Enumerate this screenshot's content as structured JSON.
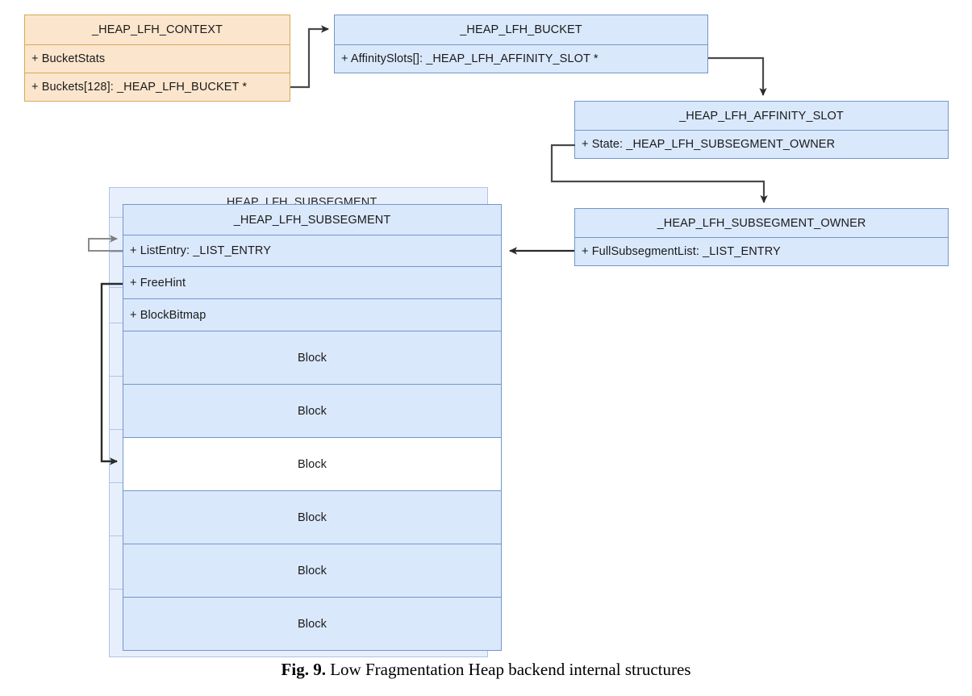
{
  "figure": {
    "caption_label": "Fig. 9.",
    "caption_text": "Low Fragmentation Heap backend internal structures"
  },
  "colors": {
    "blue_fill": "#dae8fc",
    "blue_stroke": "#7396c8",
    "orange_fill": "#fce5cd",
    "orange_stroke": "#d6a95a",
    "ghost_fill": "#e7effc",
    "ghost_stroke": "#a9c2e6",
    "free_block_fill": "#ffffff",
    "edge_dark": "#3d3d3d",
    "edge_gray": "#808080",
    "text": "#1a1a1a"
  },
  "diagram": {
    "type": "class-structure-diagram",
    "nodes": {
      "context": {
        "title": "_HEAP_LFH_CONTEXT",
        "fields": [
          "+ BucketStats",
          "+ Buckets[128]:  _HEAP_LFH_BUCKET *"
        ]
      },
      "bucket": {
        "title": "_HEAP_LFH_BUCKET",
        "fields": [
          "+ AffinitySlots[]:  _HEAP_LFH_AFFINITY_SLOT *"
        ]
      },
      "affinity_slot": {
        "title": "_HEAP_LFH_AFFINITY_SLOT",
        "fields": [
          "+ State:  _HEAP_LFH_SUBSEGMENT_OWNER"
        ]
      },
      "subsegment_owner": {
        "title": "_HEAP_LFH_SUBSEGMENT_OWNER",
        "fields": [
          "+ FullSubsegmentList:  _LIST_ENTRY"
        ]
      },
      "subsegment_ghost": {
        "title": "_HEAP_LFH_SUBSEGMENT"
      },
      "subsegment": {
        "title": "_HEAP_LFH_SUBSEGMENT",
        "fields": [
          "+ ListEntry:  _LIST_ENTRY",
          "+ FreeHint",
          "+ BlockBitmap"
        ],
        "blocks": [
          {
            "label": "Block",
            "free": false
          },
          {
            "label": "Block",
            "free": false
          },
          {
            "label": "Block",
            "free": true
          },
          {
            "label": "Block",
            "free": false
          },
          {
            "label": "Block",
            "free": false
          },
          {
            "label": "Block",
            "free": false
          }
        ]
      }
    },
    "edges": [
      {
        "name": "context-buckets-to-bucket",
        "from": "context.Buckets[128]",
        "to": "bucket",
        "style": "dark-orthogonal-arrow"
      },
      {
        "name": "bucket-affinityslots-to-slot",
        "from": "bucket.AffinitySlots[]",
        "to": "affinity_slot",
        "style": "dark-orthogonal-arrow"
      },
      {
        "name": "slot-state-to-owner",
        "from": "affinity_slot.State",
        "to": "subsegment_owner",
        "style": "dark-orthogonal-arrow"
      },
      {
        "name": "owner-list-to-subsegment",
        "from": "subsegment_owner.FullSubsegmentList",
        "to": "subsegment.ListEntry",
        "style": "dark-straight-arrow"
      },
      {
        "name": "subsegment-listentry-self-loop",
        "from": "subsegment.ListEntry",
        "to": "subsegment.ListEntry",
        "style": "gray-self-loop"
      },
      {
        "name": "freehint-to-free-block",
        "from": "subsegment.FreeHint",
        "to": "subsegment.block-3",
        "style": "dark-orthogonal-arrow"
      }
    ]
  }
}
